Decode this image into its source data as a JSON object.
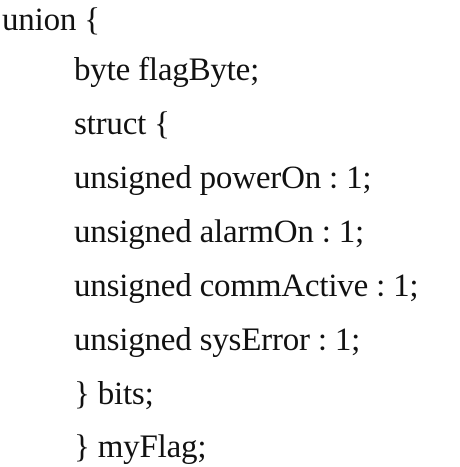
{
  "code": {
    "lines": [
      "union {",
      "byte flagByte;",
      "struct {",
      "unsigned powerOn : 1;",
      "unsigned alarmOn : 1;",
      "unsigned commActive : 1;",
      "unsigned sysError : 1;",
      "} bits;",
      "} myFlag;"
    ]
  }
}
